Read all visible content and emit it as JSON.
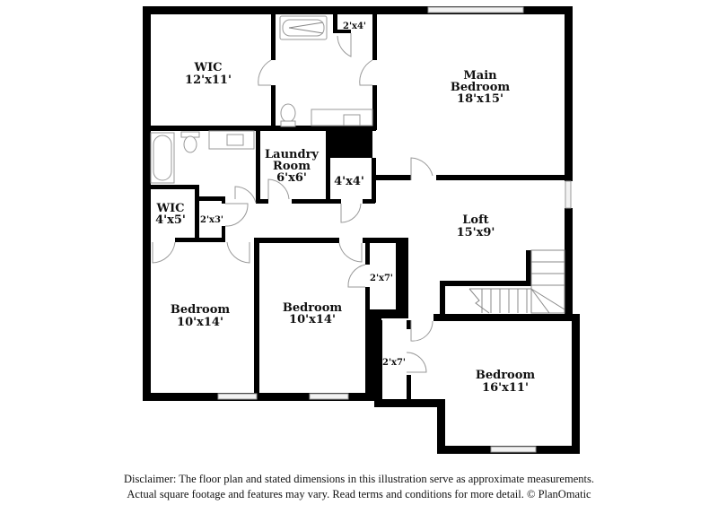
{
  "rooms": {
    "wic_large": {
      "name": "WIC",
      "dims": "12'x11'"
    },
    "closet_2x4": {
      "name": "",
      "dims": "2'x4'"
    },
    "main_bedroom": {
      "name_line1": "Main",
      "name_line2": "Bedroom",
      "dims": "18'x15'"
    },
    "laundry": {
      "name_line1": "Laundry",
      "name_line2": "Room",
      "dims": "6'x6'"
    },
    "closet_4x4": {
      "name": "",
      "dims": "4'x4'"
    },
    "wic_small": {
      "name": "WIC",
      "dims": "4'x5'"
    },
    "closet_2x3": {
      "name": "",
      "dims": "2'x3'"
    },
    "loft": {
      "name": "Loft",
      "dims": "15'x9'"
    },
    "closet_2x7_a": {
      "name": "",
      "dims": "2'x7'"
    },
    "closet_2x7_b": {
      "name": "",
      "dims": "2'x7'"
    },
    "bedroom_left": {
      "name": "Bedroom",
      "dims": "10'x14'"
    },
    "bedroom_middle": {
      "name": "Bedroom",
      "dims": "10'x14'"
    },
    "bedroom_right": {
      "name": "Bedroom",
      "dims": "16'x11'"
    }
  },
  "disclaimer": {
    "line1": "Disclaimer: The floor plan and stated dimensions in this illustration serve as approximate measurements.",
    "line2": "Actual square footage and features may vary. Read terms and conditions for more detail. © PlanOmatic"
  }
}
